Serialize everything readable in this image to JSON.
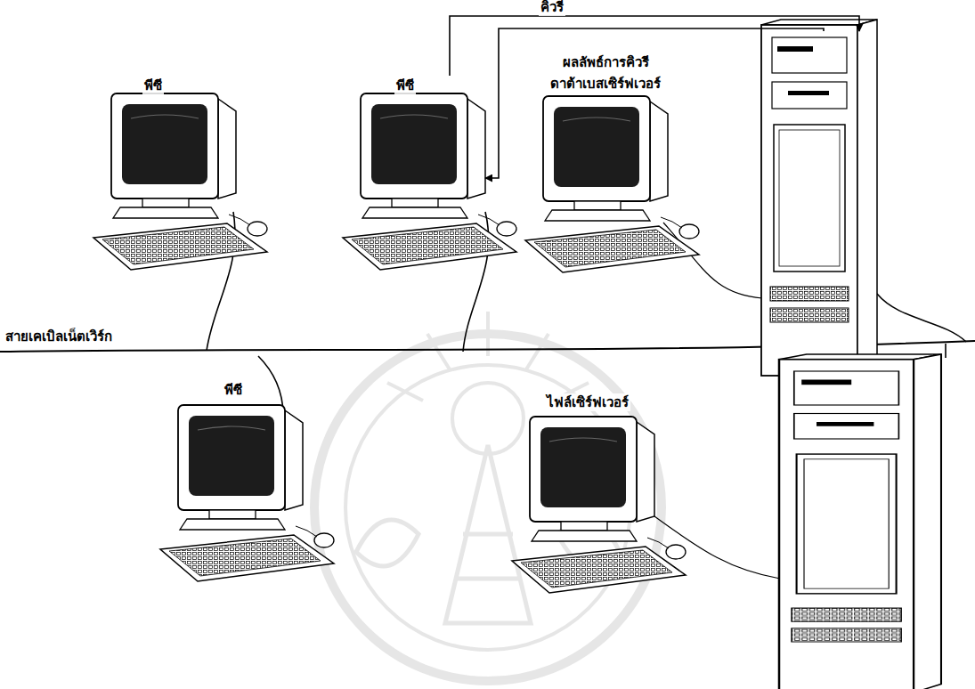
{
  "diagram": {
    "nodes": [
      {
        "text": [
          "พีซี"
        ]
      },
      {
        "text": [
          "พีซี"
        ]
      },
      {
        "text": [
          "ดาต้าเบสเซิร์ฟเวอร์"
        ]
      },
      {
        "text": [
          "พีซี"
        ]
      },
      {
        "text": [
          "ไฟล์เซิร์ฟเวอร์"
        ]
      }
    ],
    "edges": [
      {
        "from": 1,
        "to": 2,
        "label": "คิวรี",
        "arrow": "to"
      },
      {
        "from": 2,
        "to": 1,
        "label": "ผลลัพธ์การคิวรี",
        "arrow": "to"
      }
    ],
    "labels": [
      "สายเคเบิลเน็ตเวิร์ก"
    ]
  }
}
